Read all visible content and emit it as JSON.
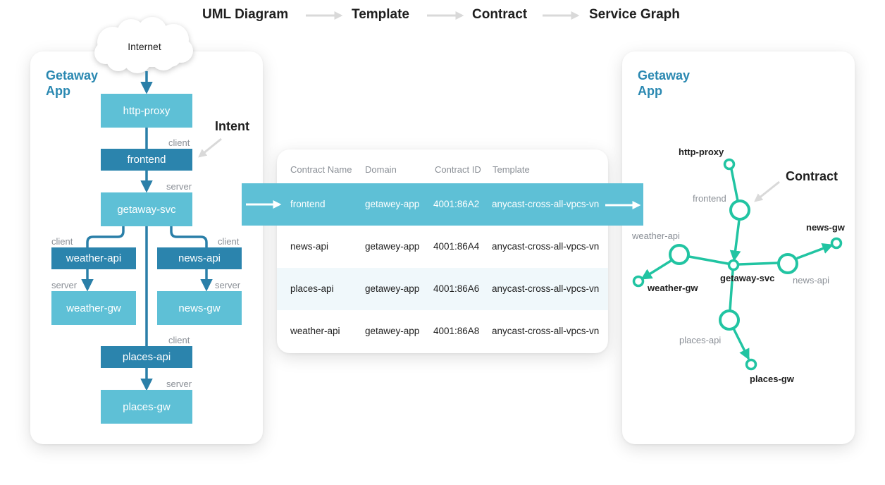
{
  "pipeline": [
    "UML Diagram",
    "Template",
    "Contract",
    "Service Graph"
  ],
  "intent_card": {
    "title_line1": "Getaway",
    "title_line2": "App",
    "internet": "Internet",
    "boxes": {
      "http_proxy": "http-proxy",
      "frontend": "frontend",
      "getaway_svc": "getaway-svc",
      "weather_api": "weather-api",
      "news_api": "news-api",
      "weather_gw": "weather-gw",
      "news_gw": "news-gw",
      "places_api": "places-api",
      "places_gw": "places-gw"
    },
    "labels": {
      "client": "client",
      "server": "server"
    },
    "annotation": "Intent"
  },
  "contracts_table": {
    "columns": [
      "Contract Name",
      "Domain",
      "Contract ID",
      "Template"
    ],
    "rows": [
      {
        "name": "frontend",
        "domain": "getawey-app",
        "id": "4001:86A2",
        "template": "anycast-cross-all-vpcs-vn"
      },
      {
        "name": "news-api",
        "domain": "getawey-app",
        "id": "4001:86A4",
        "template": "anycast-cross-all-vpcs-vn"
      },
      {
        "name": "places-api",
        "domain": "getawey-app",
        "id": "4001:86A6",
        "template": "anycast-cross-all-vpcs-vn"
      },
      {
        "name": "weather-api",
        "domain": "getawey-app",
        "id": "4001:86A8",
        "template": "anycast-cross-all-vpcs-vn"
      }
    ]
  },
  "graph_card": {
    "title_line1": "Getaway",
    "title_line2": "App",
    "annotation": "Contract",
    "nodes": {
      "http_proxy": "http-proxy",
      "news_gw": "news-gw",
      "weather_gw": "weather-gw",
      "getaway_svc": "getaway-svc",
      "places_gw": "places-gw"
    },
    "edges": {
      "frontend": "frontend",
      "weather_api": "weather-api",
      "news_api": "news-api",
      "places_api": "places-api"
    }
  },
  "colors": {
    "light_box": "#5ec0d6",
    "dark_box": "#2b84ad",
    "connector": "#2a7fa8",
    "graph": "#21c4a2",
    "title": "#2a88b1"
  }
}
